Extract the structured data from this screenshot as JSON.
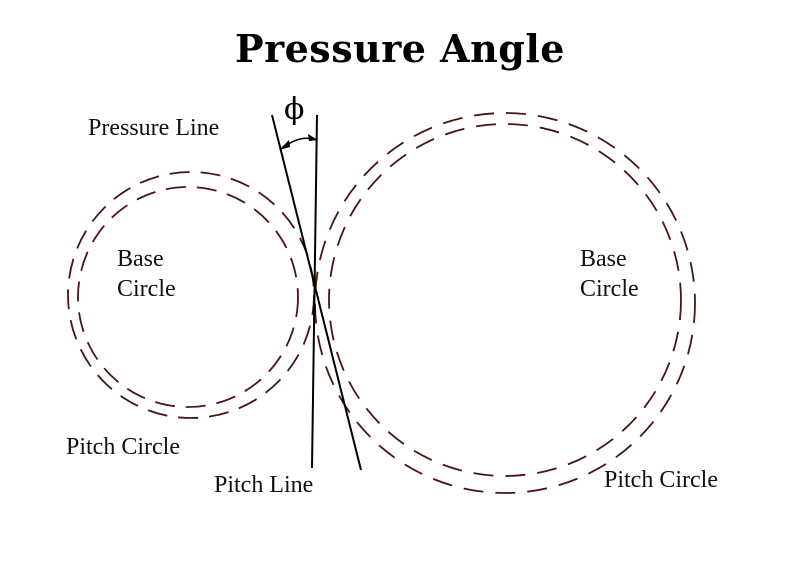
{
  "title": "Pressure Angle",
  "labels": {
    "phi": "ϕ",
    "pressure_line": "Pressure Line",
    "pitch_line": "Pitch Line",
    "left_base_line1": "Base",
    "left_base_line2": "Circle",
    "right_base_line1": "Base",
    "right_base_line2": "Circle",
    "left_pitch_circle": "Pitch Circle",
    "right_pitch_circle": "Pitch Circle"
  },
  "colors": {
    "circle_stroke": "#4a1414",
    "line_stroke": "#000000"
  }
}
